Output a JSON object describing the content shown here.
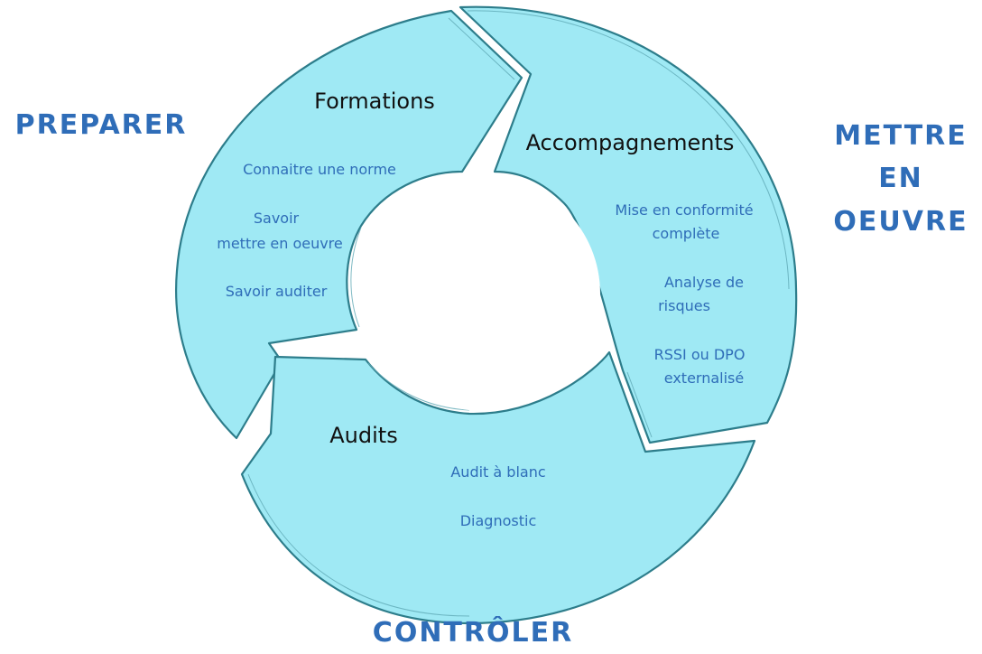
{
  "phases": {
    "preparer": "PREPARER",
    "mettre": [
      "METTRE",
      "EN",
      "OEUVRE"
    ],
    "controler": "CONTRÔLER"
  },
  "segments": {
    "formations": {
      "title": "Formations",
      "items": [
        [
          "Connaitre une norme"
        ],
        [
          "Savoir",
          "mettre en oeuvre"
        ],
        [
          "Savoir auditer"
        ]
      ]
    },
    "accompagnements": {
      "title": "Accompagnements",
      "items": [
        [
          "Mise en conformité",
          "complète"
        ],
        [
          "Analyse de",
          "risques"
        ],
        [
          "RSSI ou DPO",
          "externalisé"
        ]
      ]
    },
    "audits": {
      "title": "Audits",
      "items": [
        [
          "Audit à blanc"
        ],
        [
          "Diagnostic"
        ]
      ]
    }
  },
  "colors": {
    "segment_fill": "#9fe9f4",
    "segment_stroke": "#2d7d8b",
    "phase_text": "#2f6db8",
    "item_text": "#2f6db8",
    "title_text": "#111111"
  }
}
